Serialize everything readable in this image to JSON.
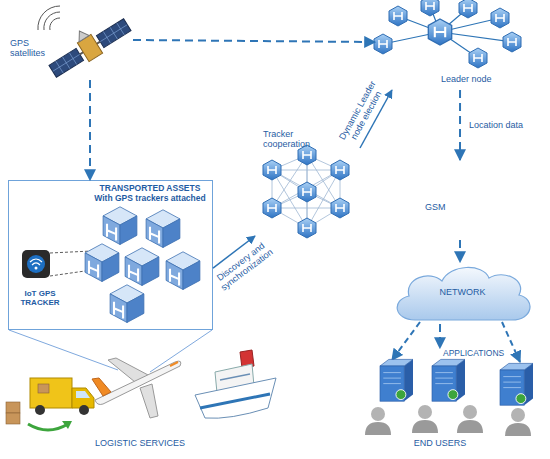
{
  "diagram": {
    "nodes": [
      {
        "text": [
          "GPS satellites"
        ]
      },
      {
        "text": [
          "TRANSPORTED ASSETS With GPS trackers attached"
        ]
      },
      {
        "text": [
          "IoT GPS TRACKER"
        ],
        "in": 1
      },
      {
        "text": [
          "Tracker cooperation"
        ]
      },
      {
        "text": [
          "Leader node"
        ]
      },
      {
        "text": [
          "GSM"
        ]
      },
      {
        "text": [
          "NETWORK"
        ]
      },
      {
        "text": [
          "APPLICATIONS"
        ]
      }
    ],
    "edges": [
      {
        "from": 0,
        "to": 1,
        "arrow": "to"
      },
      {
        "from": 0,
        "to": 4,
        "arrow": "to"
      },
      {
        "from": 1,
        "to": 3,
        "label": "Discovery and synchronization",
        "arrow": "to"
      },
      {
        "from": 3,
        "to": 4,
        "label": "Dynamic Leader node election",
        "arrow": "to"
      },
      {
        "from": 4,
        "to": 5,
        "label": "Location data",
        "arrow": "to"
      },
      {
        "from": 5,
        "to": 6,
        "arrow": "to"
      },
      {
        "from": 6,
        "to": 7,
        "arrow": "to"
      }
    ],
    "labels": [
      "LOGISTIC SERVICES",
      "END USERS"
    ]
  }
}
